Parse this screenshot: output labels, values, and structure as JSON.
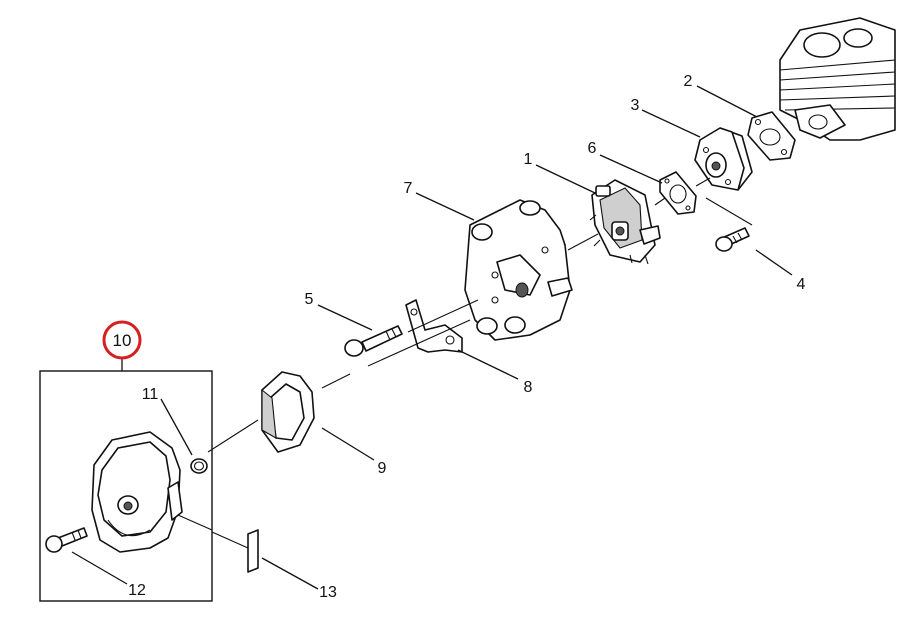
{
  "diagram": {
    "highlight_color": "#d62020",
    "line_color": "#111111",
    "callouts": [
      {
        "id": "c1",
        "text": "1"
      },
      {
        "id": "c2",
        "text": "2"
      },
      {
        "id": "c3",
        "text": "3"
      },
      {
        "id": "c4",
        "text": "4"
      },
      {
        "id": "c5",
        "text": "5"
      },
      {
        "id": "c6",
        "text": "6"
      },
      {
        "id": "c7",
        "text": "7"
      },
      {
        "id": "c8",
        "text": "8"
      },
      {
        "id": "c9",
        "text": "9"
      },
      {
        "id": "c10",
        "text": "10"
      },
      {
        "id": "c11",
        "text": "11"
      },
      {
        "id": "c12",
        "text": "12"
      },
      {
        "id": "c13",
        "text": "13"
      }
    ]
  }
}
